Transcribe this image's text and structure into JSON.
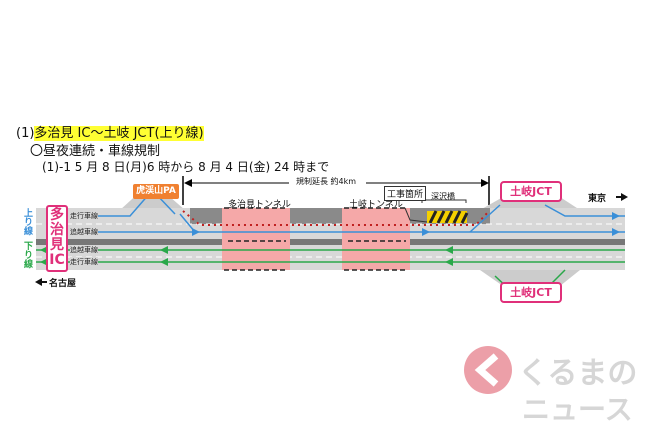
{
  "heading": {
    "prefix": "(1)",
    "title": "多治見 IC～土岐 JCT(上り線)"
  },
  "subheading": "〇昼夜連続・車線規制",
  "schedule": "(1)-1  5 月 8 日(月)6 時から 8 月 4 日(金)  24 時まで",
  "regulation_length": "規制延長 約4km",
  "labels": {
    "pa": "虎渓山PA",
    "tunnel1": "多治見トンネル",
    "tunnel2": "土岐トンネル",
    "construction": "工事箇所",
    "bridge": "深沢橋",
    "jct_top": "土岐JCT",
    "jct_bottom": "土岐JCT",
    "ic": "多治見IC",
    "tokyo": "東京",
    "nagoya": "名古屋",
    "up_line": "上り線",
    "down_line": "下り線"
  },
  "lanes": [
    "走行車線",
    "追越車線",
    "追越車線",
    "走行車線"
  ],
  "logo": {
    "line1": "くるまの",
    "line2": "ニュース"
  },
  "colors": {
    "up": "#3a8fd8",
    "down": "#2aa84a",
    "closed": "#ffb0b0",
    "accent": "#e0307a"
  }
}
